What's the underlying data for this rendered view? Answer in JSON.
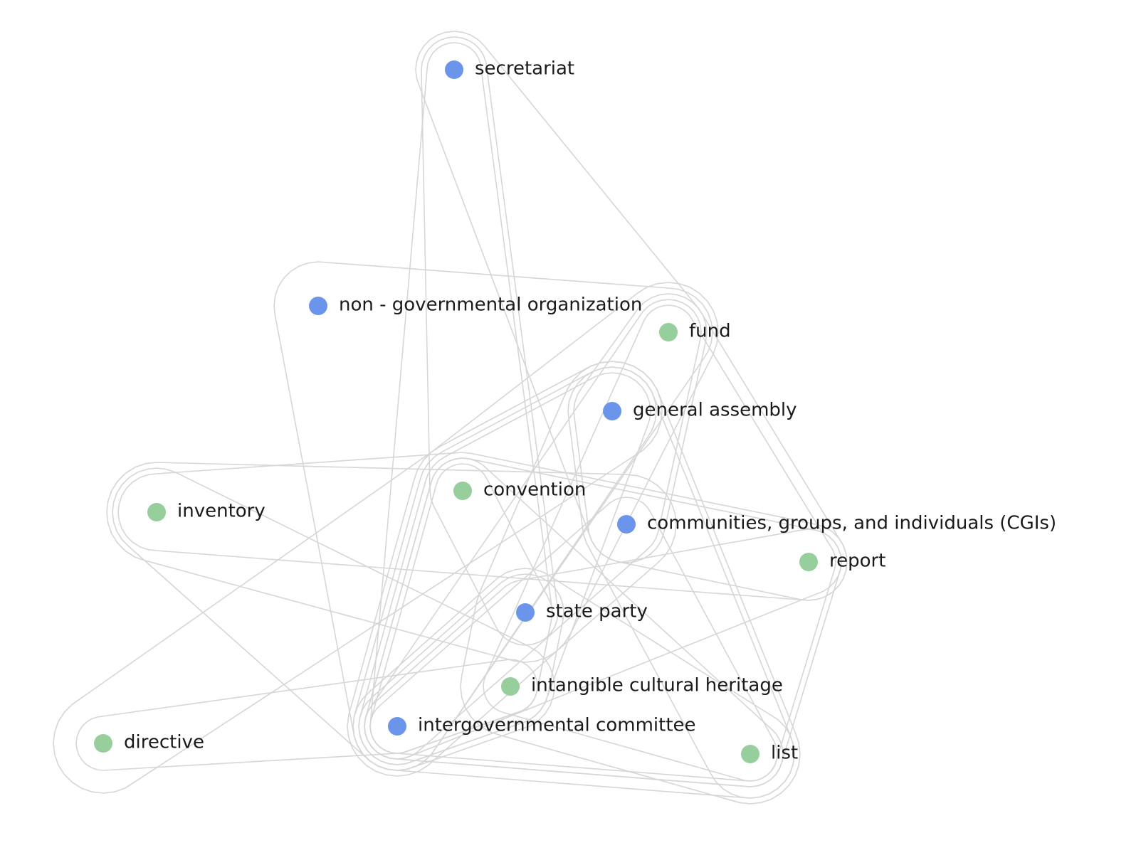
{
  "colors": {
    "entity": "#6a95ea",
    "concept": "#96cf9b",
    "edge": "#d6d6d6",
    "background": "#ffffff"
  },
  "nodes": [
    {
      "id": "secretariat",
      "label": "secretariat",
      "kind": "entity"
    },
    {
      "id": "ngo",
      "label": "non - governmental organization",
      "kind": "entity"
    },
    {
      "id": "fund",
      "label": "fund",
      "kind": "concept"
    },
    {
      "id": "ga",
      "label": "general assembly",
      "kind": "entity"
    },
    {
      "id": "convention",
      "label": "convention",
      "kind": "concept"
    },
    {
      "id": "inventory",
      "label": "inventory",
      "kind": "concept"
    },
    {
      "id": "cgis",
      "label": "communities, groups, and individuals (CGIs)",
      "kind": "entity"
    },
    {
      "id": "report",
      "label": "report",
      "kind": "concept"
    },
    {
      "id": "sp",
      "label": "state party",
      "kind": "entity"
    },
    {
      "id": "ich",
      "label": "intangible cultural heritage",
      "kind": "concept"
    },
    {
      "id": "ic",
      "label": "intergovernmental committee",
      "kind": "entity"
    },
    {
      "id": "directive",
      "label": "directive",
      "kind": "concept"
    },
    {
      "id": "list",
      "label": "list",
      "kind": "concept"
    }
  ],
  "hyperedges": [
    [
      "secretariat",
      "ic",
      "sp",
      "ich"
    ],
    [
      "secretariat",
      "sp",
      "convention"
    ],
    [
      "secretariat",
      "cgis",
      "fund"
    ],
    [
      "ngo",
      "fund",
      "ga",
      "ic"
    ],
    [
      "fund",
      "ga",
      "convention",
      "sp",
      "ic"
    ],
    [
      "fund",
      "report",
      "list",
      "ich"
    ],
    [
      "fund",
      "cgis",
      "sp",
      "ic"
    ],
    [
      "ga",
      "convention",
      "sp",
      "ich",
      "ic"
    ],
    [
      "ga",
      "cgis",
      "list"
    ],
    [
      "ga",
      "sp",
      "list",
      "ich"
    ],
    [
      "convention",
      "ich",
      "ic",
      "sp"
    ],
    [
      "convention",
      "cgis",
      "report",
      "ic"
    ],
    [
      "inventory",
      "report",
      "convention"
    ],
    [
      "inventory",
      "ic",
      "ich"
    ],
    [
      "inventory",
      "sp",
      "cgis"
    ],
    [
      "cgis",
      "ich",
      "ic",
      "list"
    ],
    [
      "report",
      "sp",
      "ic",
      "list"
    ],
    [
      "sp",
      "ich",
      "ic"
    ],
    [
      "sp",
      "ich",
      "list",
      "ic"
    ],
    [
      "directive",
      "convention",
      "ga"
    ],
    [
      "directive",
      "ich",
      "ic"
    ],
    [
      "convention",
      "sp",
      "ich",
      "ic",
      "list"
    ],
    [
      "fund",
      "ga",
      "cgis",
      "report"
    ],
    [
      "convention",
      "ga",
      "ic"
    ]
  ]
}
